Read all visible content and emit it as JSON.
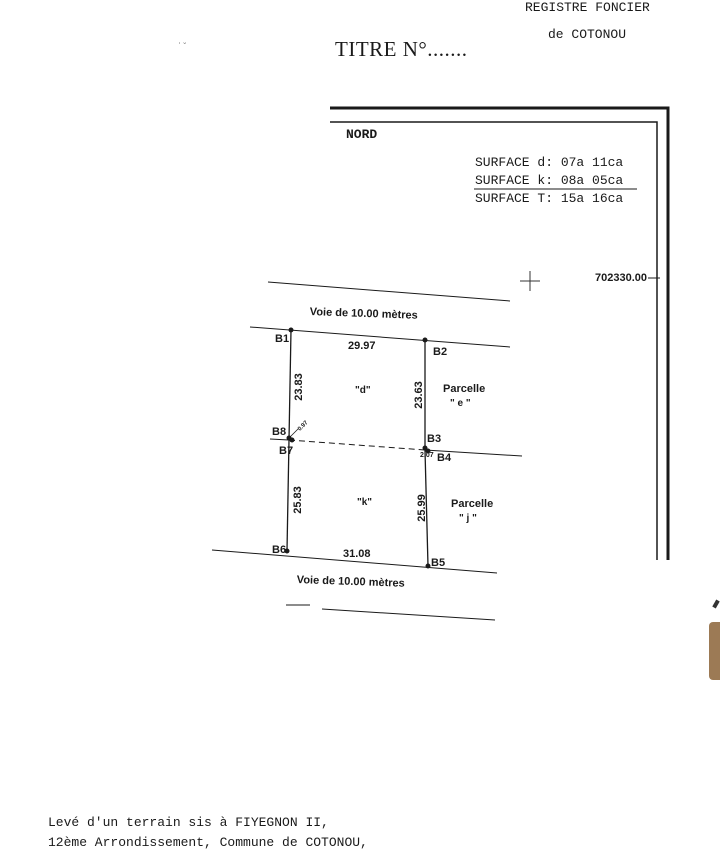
{
  "header": {
    "registry_line1": "REGISTRE FONCIER",
    "registry_line2": "de COTONOU",
    "title": "TITRE N°......."
  },
  "plan": {
    "north_label": "NORD",
    "surfaces": [
      "SURFACE d: 07a 11ca",
      "SURFACE k: 08a 05ca",
      "SURFACE T: 15a 16ca"
    ],
    "coordinate": "702330.00",
    "roads": {
      "top": "Voie de 10.00 mètres",
      "bottom": "Voie de 10.00 mètres"
    },
    "points": {
      "b1": "B1",
      "b2": "B2",
      "b3": "B3",
      "b4": "B4",
      "b5": "B5",
      "b6": "B6",
      "b7": "B7",
      "b8": "B8"
    },
    "dimensions": {
      "top": "29.97",
      "bottom": "31.08",
      "left_upper": "23.83",
      "right_upper": "23.63",
      "left_lower": "25.83",
      "right_lower": "25.99",
      "b8_offset": "0.97",
      "b4_offset": "2.07"
    },
    "lots": {
      "d": "\"d\"",
      "k": "\"k\"",
      "parcel_e_word": "Parcelle",
      "parcel_e_id": "\" e \"",
      "parcel_j_word": "Parcelle",
      "parcel_j_id": "\" j \""
    }
  },
  "footer": {
    "line1": "Levé d'un terrain sis à FIYEGNON II,",
    "line2": "12ème Arrondissement, Commune de COTONOU,"
  }
}
